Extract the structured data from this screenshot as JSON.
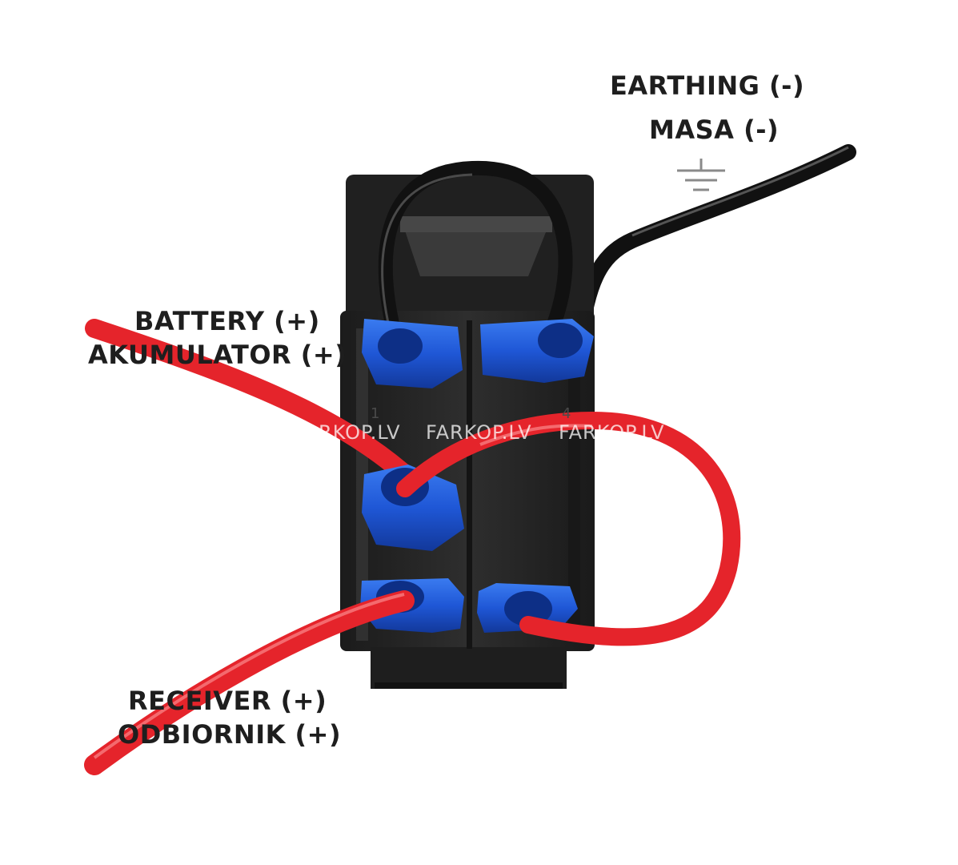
{
  "labels": {
    "earthing_en": "EARTHING (-)",
    "earthing_pl": "MASA (-)",
    "battery_en": "BATTERY (+)",
    "battery_pl": "AKUMULATOR (+)",
    "receiver_en": "RECEIVER (+)",
    "receiver_pl": "ODBIORNIK (+)"
  },
  "watermarks": [
    "FARKOP.LV",
    "FARKOP.LV",
    "FARKOP.LV"
  ],
  "pin_numbers": [
    "1",
    "4"
  ],
  "colors": {
    "switch_body": "#262626",
    "terminal_blue": "#1f57d6",
    "wire_red": "#e5242b",
    "wire_black": "#111111",
    "label_text": "#1e1e1e"
  }
}
